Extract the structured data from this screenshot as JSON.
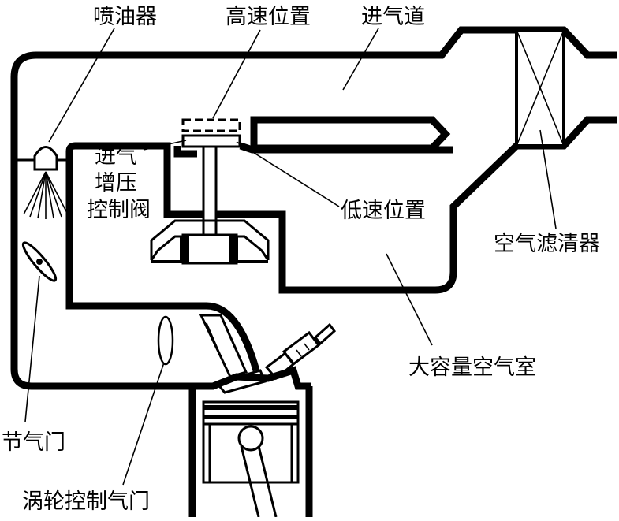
{
  "diagram": {
    "labels": {
      "injector": "喷油器",
      "high_speed_position": "高速位置",
      "intake_passage": "进气道",
      "boost_valve_line1": "进气",
      "boost_valve_line2": "增压",
      "boost_valve_line3": "控制阀",
      "low_speed_position": "低速位置",
      "air_filter": "空气滤清器",
      "large_air_chamber": "大容量空气室",
      "throttle": "节气门",
      "swirl_control_valve": "涡轮控制气门"
    }
  }
}
